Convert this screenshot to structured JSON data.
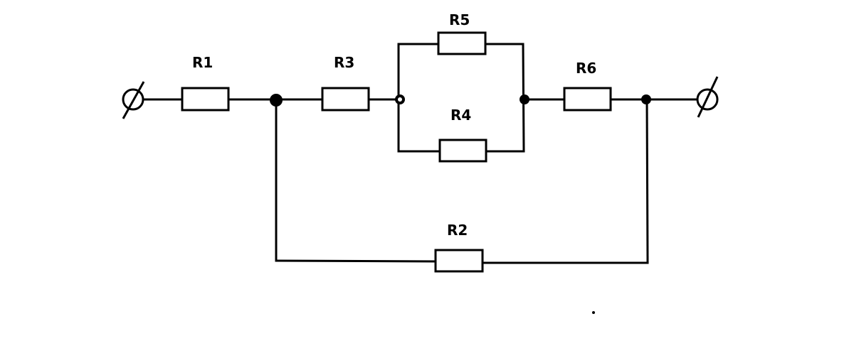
{
  "diagram": {
    "labels": {
      "r1": "R1",
      "r2": "R2",
      "r3": "R3",
      "r4": "R4",
      "r5": "R5",
      "r6": "R6"
    },
    "colors": {
      "line": "#000000",
      "background": "#ffffff"
    }
  }
}
